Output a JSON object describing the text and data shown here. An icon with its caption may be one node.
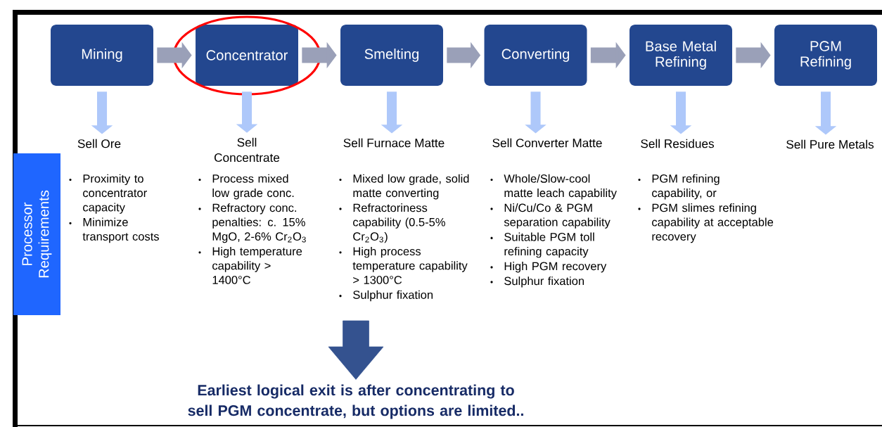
{
  "diagram": {
    "nodes": [
      {
        "text": [
          "Mining"
        ]
      },
      {
        "text": [
          "Concentrator"
        ]
      },
      {
        "text": [
          "Smelting"
        ]
      },
      {
        "text": [
          "Converting"
        ]
      },
      {
        "text": [
          "Base Metal Refining"
        ]
      },
      {
        "text": [
          "PGM Refining"
        ]
      },
      {
        "text": [
          "Sell Ore"
        ]
      },
      {
        "text": [
          "Sell Concentrate"
        ]
      },
      {
        "text": [
          "Sell Furnace Matte"
        ]
      },
      {
        "text": [
          "Sell Converter Matte"
        ]
      },
      {
        "text": [
          "Sell Residues"
        ]
      },
      {
        "text": [
          "Sell Pure Metals"
        ]
      },
      {
        "text": [
          "Processor Requirements"
        ]
      },
      {
        "text": [
          "Earliest logical exit is after concentrating to sell PGM concentrate, but options are limited.."
        ]
      }
    ],
    "edges": [
      {
        "from": 0,
        "to": 1,
        "arrow": "to",
        "color": "#9aa0b8"
      },
      {
        "from": 1,
        "to": 2,
        "arrow": "to",
        "color": "#9aa0b8"
      },
      {
        "from": 2,
        "to": 3,
        "arrow": "to",
        "color": "#9aa0b8"
      },
      {
        "from": 3,
        "to": 4,
        "arrow": "to",
        "color": "#9aa0b8"
      },
      {
        "from": 4,
        "to": 5,
        "arrow": "to",
        "color": "#9aa0b8"
      },
      {
        "from": 0,
        "to": 6,
        "arrow": "to"
      },
      {
        "from": 1,
        "to": 7,
        "arrow": "to"
      },
      {
        "from": 2,
        "to": 8,
        "arrow": "to"
      },
      {
        "from": 3,
        "to": 9,
        "arrow": "to"
      },
      {
        "from": 4,
        "to": 10,
        "arrow": "to"
      },
      {
        "from": 5,
        "to": 11,
        "arrow": "to"
      },
      {
        "from": null,
        "to": 13,
        "arrow": "to",
        "style": "thick",
        "color": "#34528f"
      }
    ],
    "labels": [
      "Proximity to concentrator capacity",
      "Minimize transport costs",
      "Process mixed low grade conc.",
      "Refractory conc. penalties: c. 15% MgO, 2-6% Cr$_{2}$O$_{3}$",
      "High temperature capability > 1400°C",
      "Mixed low grade, solid matte converting",
      "Refractoriness capability (0.5-5% Cr$_{2}$O$_{3}$)",
      "High process temperature capability > 1300°C",
      "Sulphur fixation",
      "Whole/Slow-cool matte leach capability",
      "Ni/Cu/Co & PGM separation capability",
      "Suitable PGM toll refining capacity",
      "High PGM recovery",
      "Sulphur fixation",
      "PGM refining capability, or",
      "PGM slimes refining capability at acceptable recovery"
    ]
  }
}
